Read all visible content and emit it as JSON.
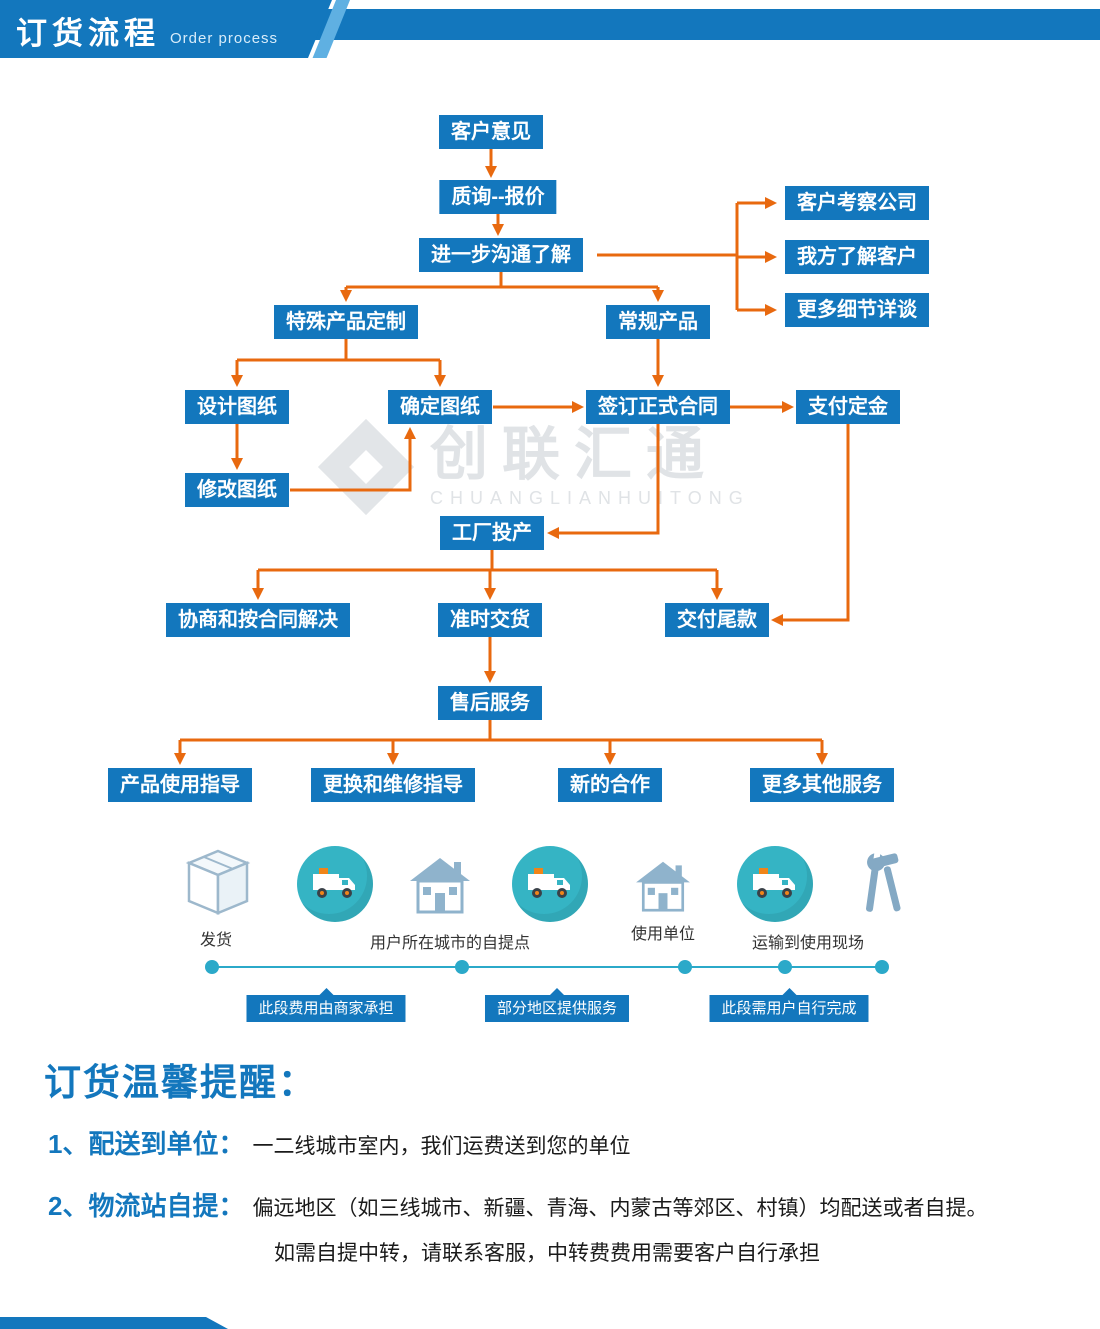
{
  "header": {
    "title": "订货流程",
    "subtitle": "Order process"
  },
  "colors": {
    "accent_blue": "#1377bd",
    "arrow_orange": "#e8690f",
    "teal": "#35b4c4",
    "icon_gray_blue": "#8fb3cc",
    "timeline_blue": "#2ba9c9"
  },
  "flow": {
    "nodes": [
      {
        "id": "customer-opinion",
        "label": "客户意见"
      },
      {
        "id": "inquiry-quote",
        "label": "质询--报价"
      },
      {
        "id": "further-communication",
        "label": "进一步沟通了解"
      },
      {
        "id": "customer-visit-company",
        "label": "客户考察公司"
      },
      {
        "id": "we-know-customer",
        "label": "我方了解客户"
      },
      {
        "id": "more-details",
        "label": "更多细节详谈"
      },
      {
        "id": "special-product",
        "label": "特殊产品定制"
      },
      {
        "id": "regular-product",
        "label": "常规产品"
      },
      {
        "id": "design-drawing",
        "label": "设计图纸"
      },
      {
        "id": "confirm-drawing",
        "label": "确定图纸"
      },
      {
        "id": "sign-contract",
        "label": "签订正式合同"
      },
      {
        "id": "pay-deposit",
        "label": "支付定金"
      },
      {
        "id": "modify-drawing",
        "label": "修改图纸"
      },
      {
        "id": "factory-production",
        "label": "工厂投产"
      },
      {
        "id": "negotiate-per-contract",
        "label": "协商和按合同解决"
      },
      {
        "id": "ontime-delivery",
        "label": "准时交货"
      },
      {
        "id": "pay-balance",
        "label": "交付尾款"
      },
      {
        "id": "after-sales",
        "label": "售后服务"
      },
      {
        "id": "usage-guidance",
        "label": "产品使用指导"
      },
      {
        "id": "replace-repair-guidance",
        "label": "更换和维修指导"
      },
      {
        "id": "new-cooperation",
        "label": "新的合作"
      },
      {
        "id": "more-services",
        "label": "更多其他服务"
      }
    ]
  },
  "logistics": {
    "icons": [
      "box-icon",
      "truck-icon",
      "house-icon",
      "truck-icon",
      "house-icon",
      "truck-icon",
      "tools-icon"
    ],
    "labels": {
      "shipping": "发货",
      "pickup": "用户所在城市的自提点",
      "unit": "使用单位",
      "transport": "运输到使用现场"
    },
    "tags": [
      "此段费用由商家承担",
      "部分地区提供服务",
      "此段需用户自行完成"
    ]
  },
  "watermark": {
    "name": "创联汇通",
    "subtext": "CHUANGLIANHUITONG"
  },
  "reminder": {
    "title": "订货温馨提醒：",
    "items": [
      {
        "num": "1、",
        "label": "配送到单位：",
        "text": "一二线城市室内，我们运费送到您的单位"
      },
      {
        "num": "2、",
        "label": "物流站自提：",
        "text": "偏远地区（如三线城市、新疆、青海、内蒙古等郊区、村镇）均配送或者自提。",
        "text2": "如需自提中转，请联系客服，中转费费用需要客户自行承担"
      }
    ]
  }
}
